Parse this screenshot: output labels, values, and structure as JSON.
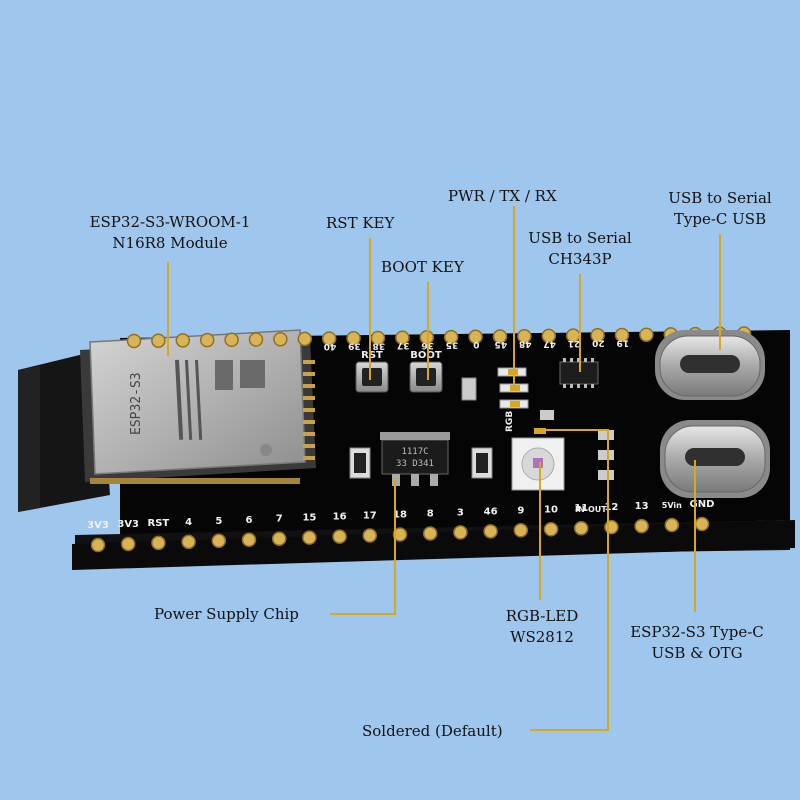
{
  "labels": {
    "module_line1": "ESP32-S3-WROOM-1",
    "module_line2": "N16R8 Module",
    "rst_key": "RST KEY",
    "boot_key": "BOOT KEY",
    "pwr_tx_rx": "PWR / TX / RX",
    "usb_serial_chip_line1": "USB to Serial",
    "usb_serial_chip_line2": "CH343P",
    "usb_serial_port_line1": "USB to Serial",
    "usb_serial_port_line2": "Type-C USB",
    "power_chip": "Power Supply Chip",
    "rgb_line1": "RGB-LED",
    "rgb_line2": "WS2812",
    "otg_line1": "ESP32-S3 Type-C",
    "otg_line2": "USB & OTG",
    "soldered": "Soldered (Default)"
  },
  "board": {
    "top_pins": [
      "40",
      "39",
      "38",
      "37",
      "36",
      "35",
      "0",
      "45",
      "48",
      "47",
      "21",
      "20",
      "19"
    ],
    "bottom_pins": [
      "3V3",
      "3V3",
      "RST",
      "4",
      "5",
      "6",
      "7",
      "15",
      "16",
      "17",
      "18",
      "8",
      "3",
      "46",
      "9",
      "10",
      "11",
      "12",
      "13",
      "5Vin",
      "GND"
    ],
    "silk_rst": "RST",
    "silk_boot": "BOOT",
    "silk_rgb": "RGB",
    "silk_in_out": "IN-OUT",
    "module_text": "ESP32-S3",
    "regulator_text_1": "1117C",
    "regulator_text_2": "33 D341"
  },
  "colors": {
    "background": "#9fc6ec",
    "pcb": "#0d0d0d",
    "leader": "#d7a81e",
    "module_shield": "#b9b9b9",
    "gold_pad": "#d9b456"
  }
}
